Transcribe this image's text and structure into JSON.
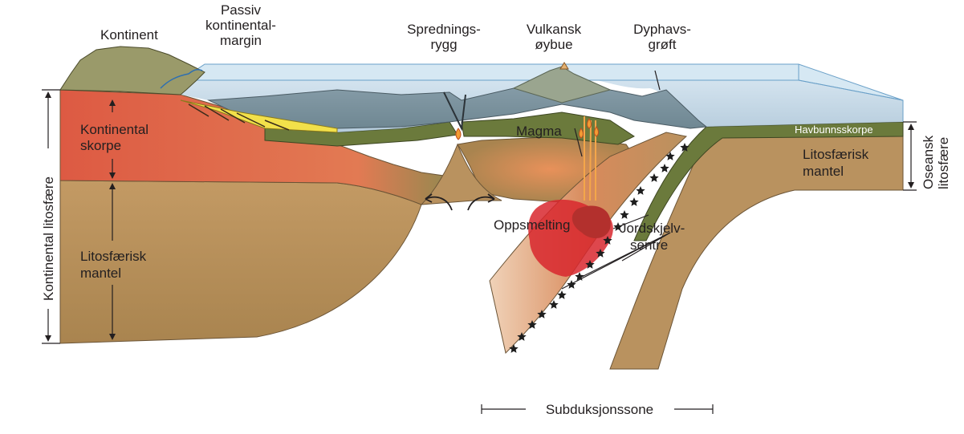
{
  "labels": {
    "kontinent": "Kontinent",
    "passiv_1": "Passiv",
    "passiv_2": "kontinental-",
    "passiv_3": "margin",
    "ryggen_1": "Sprednings-",
    "ryggen_2": "rygg",
    "oybue_1": "Vulkansk",
    "oybue_2": "øybue",
    "grop_1": "Dyphavs-",
    "grop_2": "grøft",
    "kont_skorpe_1": "Kontinental",
    "kont_skorpe_2": "skorpe",
    "kont_litosfaere": "Kontinental litosfære",
    "lito_mantel_left_1": "Litosfærisk",
    "lito_mantel_left_2": "mantel",
    "magma": "Magma",
    "havbunnsskorpe": "Havbunnsskorpe",
    "lito_mantel_right_1": "Litosfærisk",
    "lito_mantel_right_2": "mantel",
    "oseansk_1": "Oseansk",
    "oseansk_2": "litosfære",
    "oppsmelting": "Oppsmelting",
    "jordskjelv_1": "Jordskjelv-",
    "jordskjelv_2": "sentre",
    "subduksjonssone": "Subduksjonssone"
  },
  "colors": {
    "continental_crust": "#e0694a",
    "lithospheric_mantle": "#b9925f",
    "oceanic_crust": "#6b7a3c",
    "ocean_water": "#b9d3e4",
    "melt": "#d8272e",
    "sediment": "#f2e04a"
  }
}
